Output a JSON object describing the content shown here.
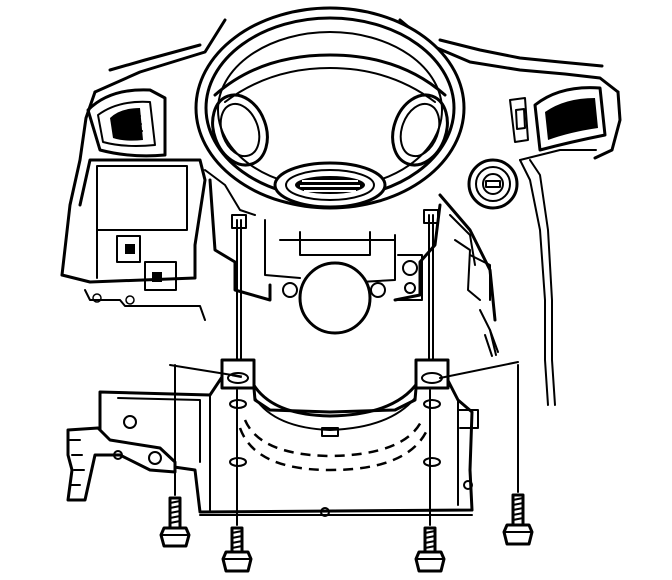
{
  "figure": {
    "background": "#ffffff",
    "line_color": "#000000",
    "components": [
      "steering-wheel",
      "instrument-panel",
      "left-air-vent",
      "right-air-vent",
      "ignition-switch",
      "steering-column-support",
      "knee-bolster-bracket",
      "bolts"
    ],
    "bolt_count": 4
  }
}
